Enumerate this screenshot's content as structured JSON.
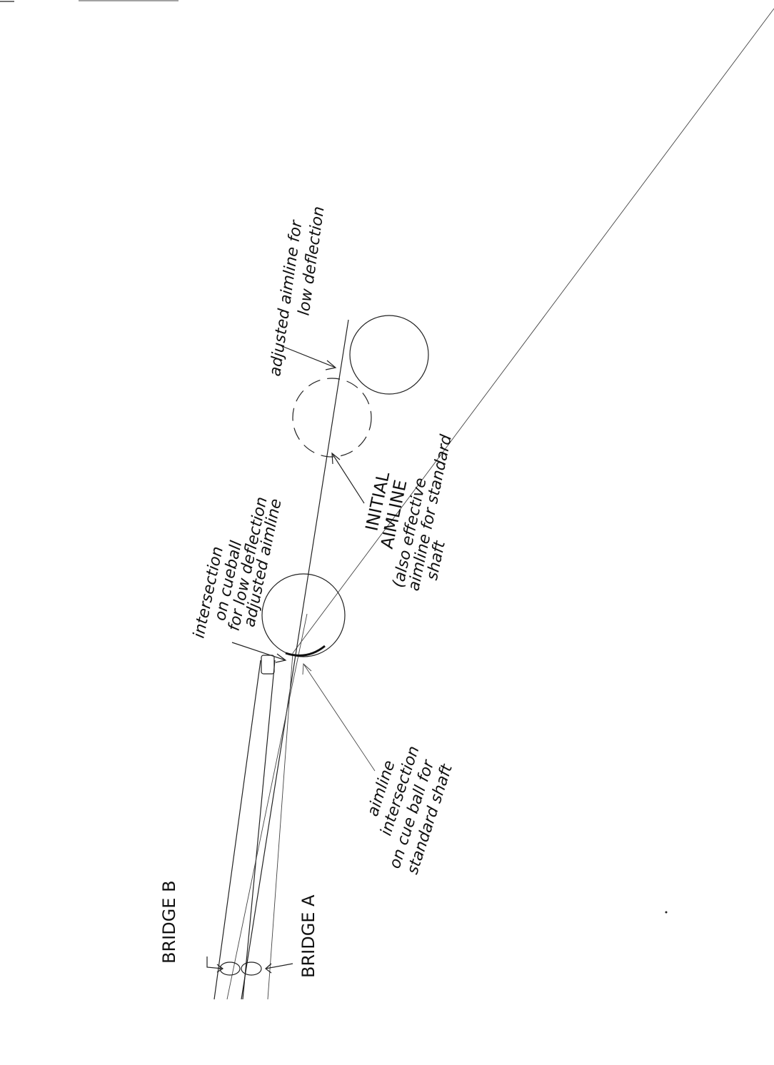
{
  "labels": {
    "adjusted_aimline": [
      "adjusted aimline for",
      "low deflection"
    ],
    "intersection_low_deflection": [
      "intersection",
      "on cueball",
      "for low deflection",
      "adjusted aimline"
    ],
    "initial_aimline": [
      "INITIAL",
      "AIMLINE",
      "(also effective",
      "aimline for standard",
      "shaft"
    ],
    "aimline_intersection_standard": [
      "aimline",
      "intersection",
      "on cue ball for",
      "standard shaft"
    ],
    "bridge_b": "BRIDGE B",
    "bridge_a": "BRIDGE A"
  }
}
